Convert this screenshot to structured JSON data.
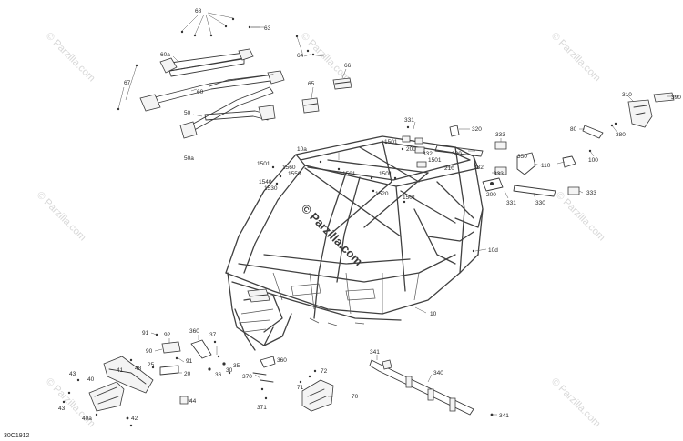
{
  "diagram_code": "30C1912",
  "watermark_text": "© Parzilla.com",
  "callouts": [
    {
      "id": "c68",
      "text": "68"
    },
    {
      "id": "c63",
      "text": "63"
    },
    {
      "id": "c60a",
      "text": "60a"
    },
    {
      "id": "c67",
      "text": "67"
    },
    {
      "id": "c60",
      "text": "60"
    },
    {
      "id": "c50",
      "text": "50"
    },
    {
      "id": "c50a",
      "text": "50a"
    },
    {
      "id": "c64",
      "text": "64"
    },
    {
      "id": "c66",
      "text": "66"
    },
    {
      "id": "c65",
      "text": "65"
    },
    {
      "id": "c310",
      "text": "310"
    },
    {
      "id": "c390",
      "text": "390"
    },
    {
      "id": "c80",
      "text": "80"
    },
    {
      "id": "c380",
      "text": "380"
    },
    {
      "id": "c331a",
      "text": "331"
    },
    {
      "id": "c320",
      "text": "320"
    },
    {
      "id": "c333a",
      "text": "333"
    },
    {
      "id": "c1501a",
      "text": "1501"
    },
    {
      "id": "c200a",
      "text": "200"
    },
    {
      "id": "c330a",
      "text": "330"
    },
    {
      "id": "c332a",
      "text": "332"
    },
    {
      "id": "c1501b",
      "text": "1501"
    },
    {
      "id": "c10a",
      "text": "10a"
    },
    {
      "id": "c1501c",
      "text": "1501"
    },
    {
      "id": "c1560",
      "text": "1560"
    },
    {
      "id": "c1550",
      "text": "1550"
    },
    {
      "id": "c1501d",
      "text": "1501"
    },
    {
      "id": "c1540",
      "text": "1540"
    },
    {
      "id": "c1530",
      "text": "1530"
    },
    {
      "id": "c1501e",
      "text": "1501"
    },
    {
      "id": "c1520",
      "text": "1520"
    },
    {
      "id": "c1501f",
      "text": "1501"
    },
    {
      "id": "c210",
      "text": "210"
    },
    {
      "id": "c332b",
      "text": "332"
    },
    {
      "id": "c350",
      "text": "350"
    },
    {
      "id": "c110",
      "text": "110"
    },
    {
      "id": "c100",
      "text": "100"
    },
    {
      "id": "c333b",
      "text": "333"
    },
    {
      "id": "c200b",
      "text": "200"
    },
    {
      "id": "c331b",
      "text": "331"
    },
    {
      "id": "c330b",
      "text": "330"
    },
    {
      "id": "c333c",
      "text": "333"
    },
    {
      "id": "c10d",
      "text": "10d"
    },
    {
      "id": "c10",
      "text": "10"
    },
    {
      "id": "c91a",
      "text": "91"
    },
    {
      "id": "c92",
      "text": "92"
    },
    {
      "id": "c360a",
      "text": "360"
    },
    {
      "id": "c37",
      "text": "37"
    },
    {
      "id": "c90",
      "text": "90"
    },
    {
      "id": "c91b",
      "text": "91"
    },
    {
      "id": "c41",
      "text": "41"
    },
    {
      "id": "c48",
      "text": "48"
    },
    {
      "id": "c25",
      "text": "25"
    },
    {
      "id": "c20",
      "text": "20"
    },
    {
      "id": "c36",
      "text": "36"
    },
    {
      "id": "c30",
      "text": "30"
    },
    {
      "id": "c35",
      "text": "35"
    },
    {
      "id": "c360b",
      "text": "360"
    },
    {
      "id": "c341a",
      "text": "341"
    },
    {
      "id": "c43a",
      "text": "43"
    },
    {
      "id": "c40",
      "text": "40"
    },
    {
      "id": "c43b",
      "text": "43"
    },
    {
      "id": "c40a",
      "text": "40a"
    },
    {
      "id": "c42",
      "text": "42"
    },
    {
      "id": "c44",
      "text": "44"
    },
    {
      "id": "c370",
      "text": "370"
    },
    {
      "id": "c371",
      "text": "371"
    },
    {
      "id": "c72",
      "text": "72"
    },
    {
      "id": "c71",
      "text": "71"
    },
    {
      "id": "c70",
      "text": "70"
    },
    {
      "id": "c340",
      "text": "340"
    },
    {
      "id": "c341b",
      "text": "341"
    }
  ]
}
